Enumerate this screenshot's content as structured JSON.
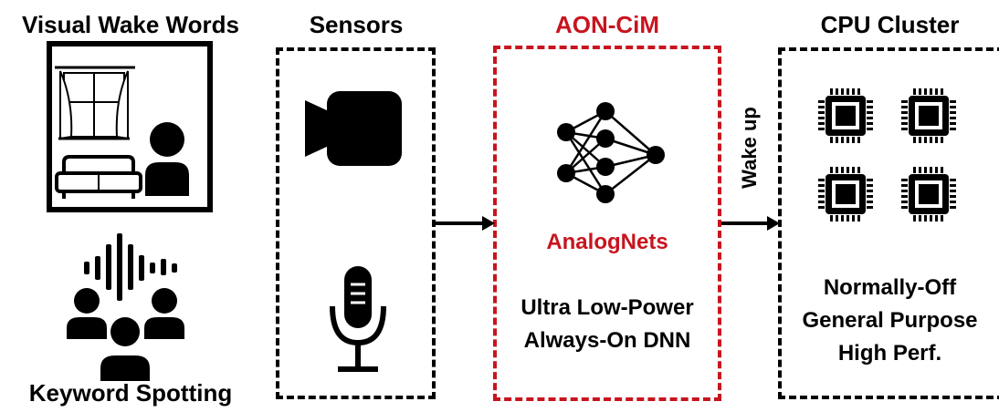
{
  "left": {
    "vww_title": "Visual Wake Words",
    "kws_title": "Keyword Spotting"
  },
  "sensors": {
    "title": "Sensors"
  },
  "aon": {
    "title": "AON-CiM",
    "net_label": "AnalogNets",
    "desc_line1": "Ultra Low-Power",
    "desc_line2": "Always-On DNN"
  },
  "arrow": {
    "label": "Wake up"
  },
  "cpu": {
    "title": "CPU Cluster",
    "desc_line1": "Normally-Off",
    "desc_line2": "General Purpose",
    "desc_line3": "High Perf."
  },
  "colors": {
    "accent_red": "#c8141e",
    "ink": "#000000"
  },
  "icons": [
    "living-room-icon",
    "person-icon",
    "sofa-icon",
    "window-curtain-icon",
    "sound-wave-icon",
    "group-icon",
    "video-camera-icon",
    "microphone-icon",
    "neural-network-icon",
    "cpu-chip-icon"
  ]
}
